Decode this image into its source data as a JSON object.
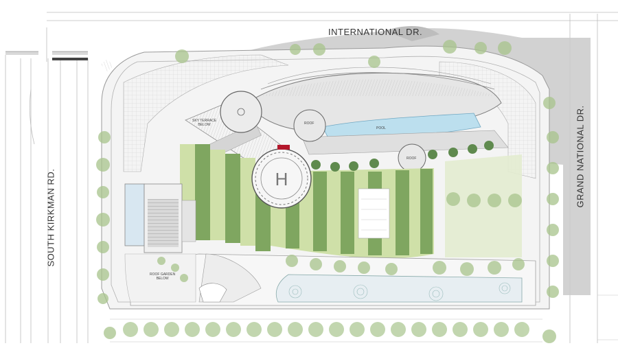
{
  "streets": {
    "north": "INTERNATIONAL DR.",
    "west": "SOUTH KIRKMAN RD.",
    "east": "GRAND NATIONAL DR."
  },
  "labels": {
    "sky_terrace_1": "SKY TERRACE",
    "sky_terrace_2": "BELOW",
    "roof_1": "ROOF",
    "roof_2": "ROOF",
    "pool": "POOL",
    "roof_garden_1": "ROOF GARDEN",
    "roof_garden_2": "BELOW"
  },
  "colors": {
    "lawn_light": "#cfe0a8",
    "lawn_dark": "#7fa660",
    "water": "#bcdfee",
    "shadow": "#c8c8c8",
    "paving": "#ececec",
    "tree": "#9cbc80",
    "helipad_marker": "#b3172b"
  }
}
